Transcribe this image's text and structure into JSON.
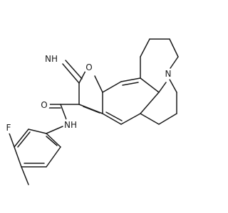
{
  "molecule": {
    "atom_labels": {
      "imine_nh": "NH",
      "ring_o": "O",
      "amine_n": "N",
      "carbonyl_o": "O",
      "amide_nh": "NH",
      "fluorine": "F"
    }
  },
  "colors": {
    "bond": "#1a1a1a",
    "background": "#ffffff"
  }
}
